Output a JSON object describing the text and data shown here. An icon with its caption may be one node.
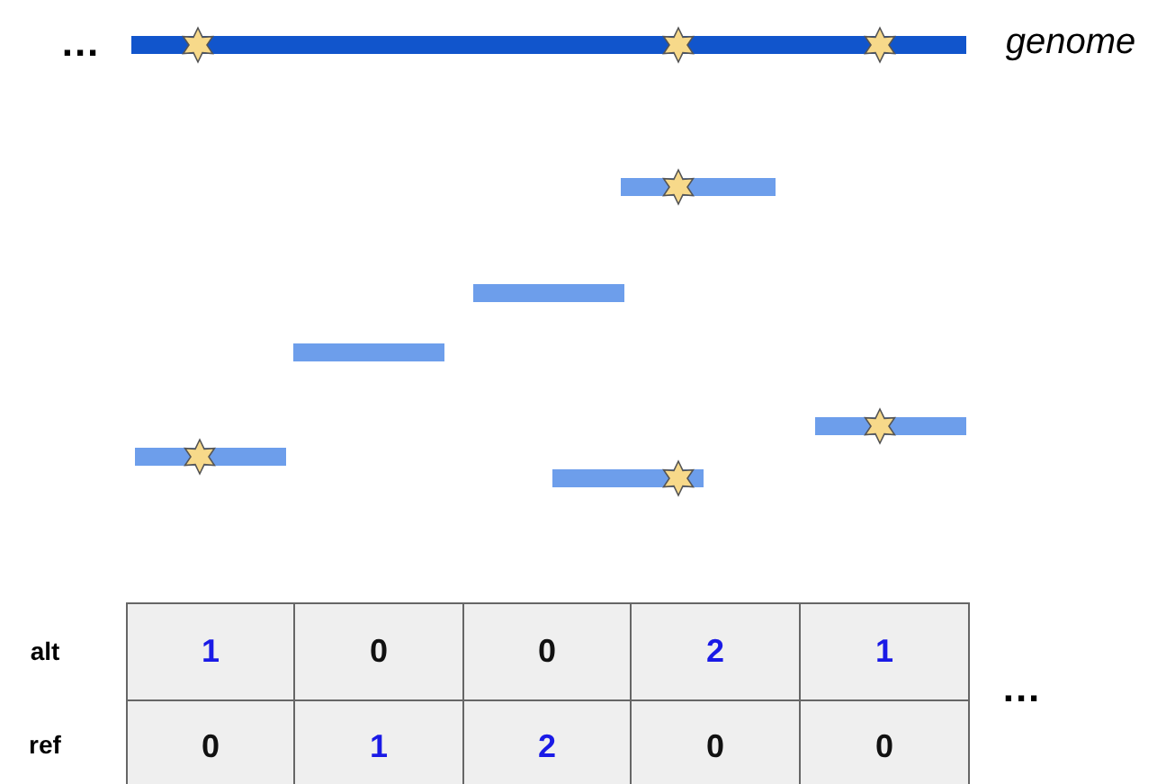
{
  "diagram": {
    "labels": [
      "...",
      "genome",
      "alt",
      "1",
      "0",
      "0",
      "2",
      "1",
      "...",
      "ref",
      "0",
      "1",
      "2",
      "0",
      "0"
    ]
  }
}
